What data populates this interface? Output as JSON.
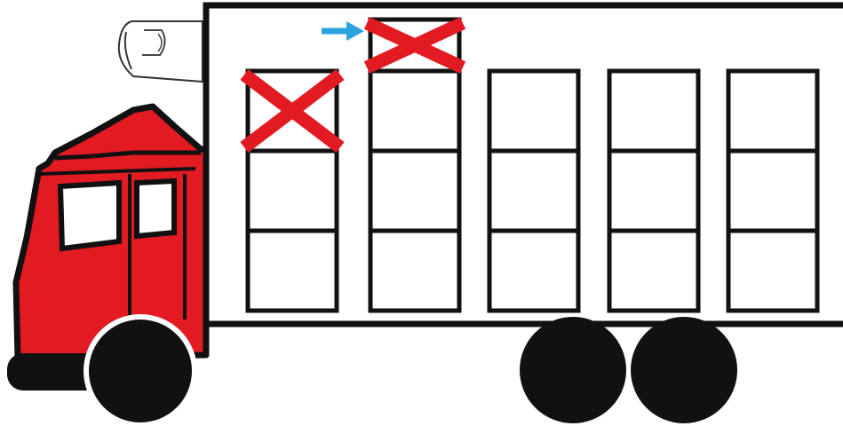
{
  "diagram": {
    "type": "refrigerated-truck-loading-diagram",
    "colors": {
      "cab": "#e21b23",
      "outline": "#111111",
      "wheel": "#111111",
      "arrow": "#2aa3df",
      "cross": "#e21b23",
      "background": "#ffffff"
    },
    "stacks": [
      {
        "position": 1,
        "slots": 3,
        "extra_slot_on_top": false,
        "crossed_slots": [
          3
        ]
      },
      {
        "position": 2,
        "slots": 3,
        "extra_slot_on_top": true,
        "crossed_slots": [
          4
        ]
      },
      {
        "position": 3,
        "slots": 3,
        "extra_slot_on_top": false,
        "crossed_slots": []
      },
      {
        "position": 4,
        "slots": 3,
        "extra_slot_on_top": false,
        "crossed_slots": []
      },
      {
        "position": 5,
        "slots": 3,
        "extra_slot_on_top": false,
        "crossed_slots": []
      }
    ],
    "arrow": {
      "direction": "right",
      "from": "refrigeration-unit",
      "to": "stack-2-top-slot"
    }
  }
}
